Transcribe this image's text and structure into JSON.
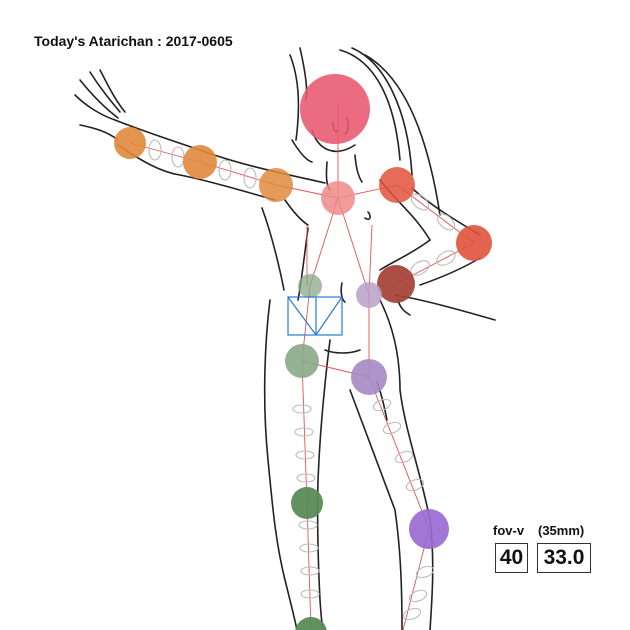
{
  "title": "Today's Atarichan : 2017-0605",
  "camera": {
    "fov_label": "fov-v",
    "fov_value": "40",
    "mm_label": "(35mm)",
    "mm_value": "33.0"
  },
  "joint_colors": {
    "head": "#e8586e",
    "right_arm": "#e0893c",
    "left_arm": "#e0523c",
    "left_wrist": "#a44034",
    "chest": "#f08a8a",
    "pelvis_left": "#b8a0c8",
    "right_leg": "#8aa888",
    "right_knee": "#5a8a55",
    "left_leg": "#a48ac4",
    "left_knee": "#9a6ad0",
    "selection": "#2a7ad8"
  }
}
